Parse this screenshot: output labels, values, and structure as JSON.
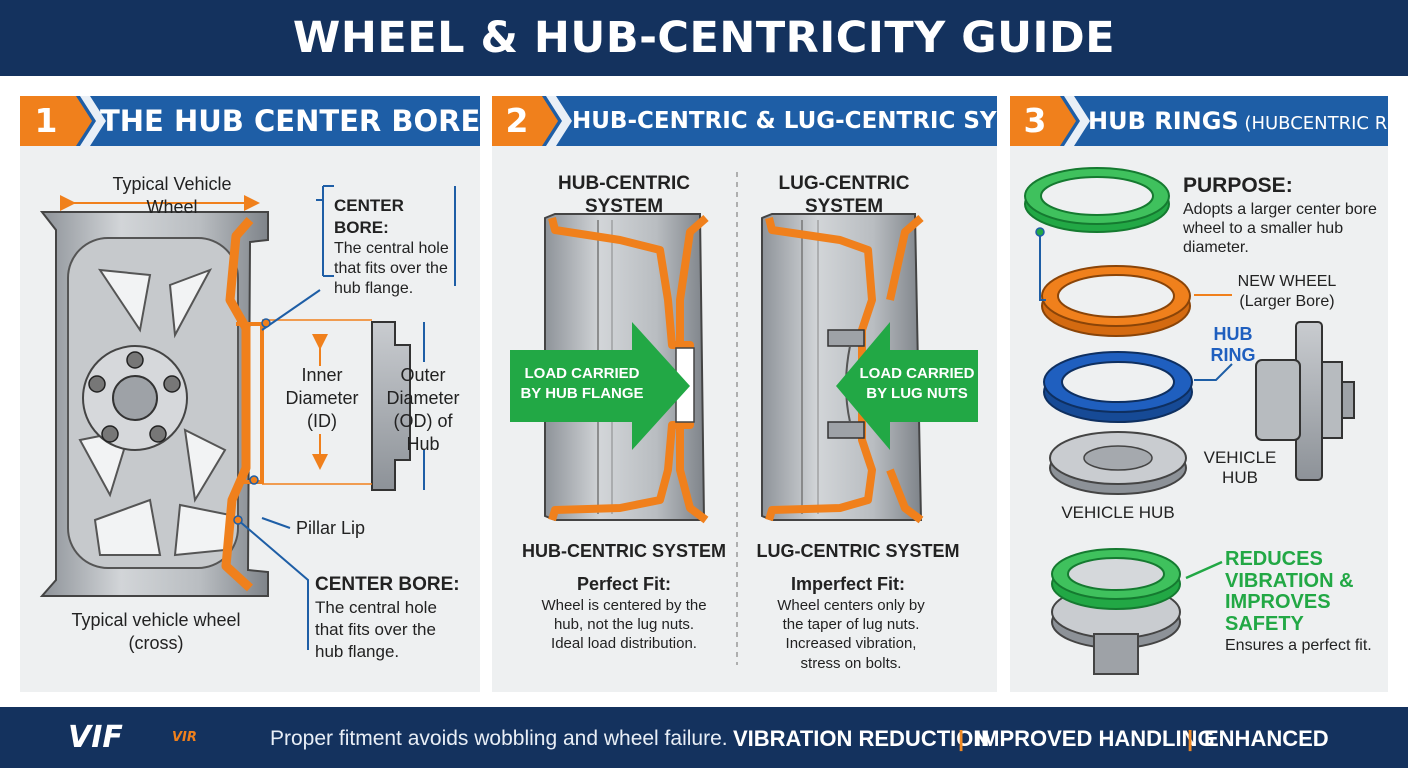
{
  "title": "WHEEL & HUB-CENTRICITY GUIDE",
  "colors": {
    "navy": "#14325e",
    "blue": "#1e5ea6",
    "orange": "#f0801c",
    "green": "#22a845",
    "ring_blue": "#1f5fbf",
    "panel_bg": "#eef0f1"
  },
  "panel1": {
    "number": "1",
    "title": "THE HUB CENTER BORE",
    "label_wheel": [
      "Typical Vehicle",
      "Wheel"
    ],
    "callout_top_title": "CENTER BORE:",
    "callout_top_text": [
      "The central hole",
      "that fits over the",
      "hub flange."
    ],
    "label_inner": [
      "Inner",
      "Diameter",
      "(ID)"
    ],
    "label_outer": [
      "Outer",
      "Diameter",
      "(OD) of",
      "Hub"
    ],
    "label_pillar": "Pillar Lip",
    "callout_bottom_title": "CENTER BORE:",
    "callout_bottom_text": [
      "The central hole",
      "that fits over the",
      "hub flange."
    ],
    "caption": [
      "Typical vehicle wheel",
      "(cross)"
    ]
  },
  "panel2": {
    "number": "2",
    "title": "HUB-CENTRIC & LUG-CENTRIC SYSTEMS",
    "left_head": [
      "HUB-CENTRIC",
      "SYSTEM"
    ],
    "left_arrow": [
      "LOAD CARRIED",
      "BY HUB FLANGE"
    ],
    "left_name": "HUB-CENTRIC SYSTEM",
    "left_fit": "Perfect Fit:",
    "left_desc": [
      "Wheel is centered by the",
      "hub, not the lug nuts.",
      "Ideal load distribution."
    ],
    "right_head": [
      "LUG-CENTRIC",
      "SYSTEM"
    ],
    "right_arrow": [
      "LOAD CARRIED",
      "BY LUG NUTS"
    ],
    "right_name": "LUG-CENTRIC SYSTEM",
    "right_fit": "Imperfect Fit:",
    "right_desc": [
      "Wheel centers only by",
      "the taper of lug nuts.",
      "Increased vibration,",
      "stress on bolts."
    ]
  },
  "panel3": {
    "number": "3",
    "title": "HUB RINGS",
    "title_small": " (HUBCENTRIC RINGS)",
    "purpose_title": "PURPOSE:",
    "purpose_text": [
      "Adopts a larger center bore",
      "wheel to a smaller hub",
      "diameter."
    ],
    "label_new_wheel": [
      "NEW WHEEL",
      "(Larger Bore)"
    ],
    "label_hub_ring": [
      "HUB",
      "RING"
    ],
    "label_vehicle_hub_right": [
      "VEHICLE",
      "HUB"
    ],
    "label_vehicle_hub": "VEHICLE HUB",
    "benefit_title": [
      "REDUCES",
      "VIBRATION &",
      "IMPROVES",
      "SAFETY"
    ],
    "benefit_text": "Ensures a perfect fit."
  },
  "footer": {
    "logo1_text": "VIF",
    "logo2_text": "VIR",
    "tagline": "Proper fitment avoids wobbling and wheel failure.",
    "features": [
      "VIBRATION REDUCTION",
      "IMPROVED HANDLING",
      "ENHANCED SAFETY"
    ],
    "separator": "|"
  }
}
